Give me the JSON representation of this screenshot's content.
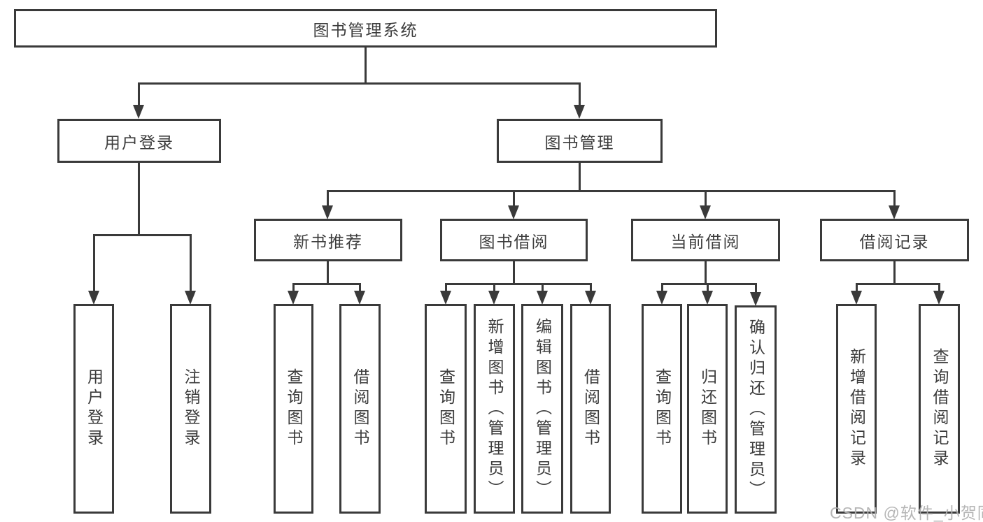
{
  "colors": {
    "line": "#3a3a3a",
    "text": "#3c3c3c",
    "watermark": "#b0b0b0",
    "background": "#ffffff"
  },
  "tree": {
    "root": {
      "label": "图书管理系统"
    },
    "branches": [
      {
        "label": "用户登录",
        "children": [
          {
            "label": "用户登录"
          },
          {
            "label": "注销登录"
          }
        ]
      },
      {
        "label": "图书管理",
        "children": [
          {
            "label": "新书推荐",
            "children": [
              {
                "label": "查询图书"
              },
              {
                "label": "借阅图书"
              }
            ]
          },
          {
            "label": "图书借阅",
            "children": [
              {
                "label": "查询图书"
              },
              {
                "label": "新增图书（管理员）"
              },
              {
                "label": "编辑图书（管理员）"
              },
              {
                "label": "借阅图书"
              }
            ]
          },
          {
            "label": "当前借阅",
            "children": [
              {
                "label": "查询图书"
              },
              {
                "label": "归还图书"
              },
              {
                "label": "确认归还（管理员）"
              }
            ]
          },
          {
            "label": "借阅记录",
            "children": [
              {
                "label": "新增借阅记录"
              },
              {
                "label": "查询借阅记录"
              }
            ]
          }
        ]
      }
    ]
  },
  "watermark": {
    "text": "CSDN @软件_小贺同学"
  }
}
